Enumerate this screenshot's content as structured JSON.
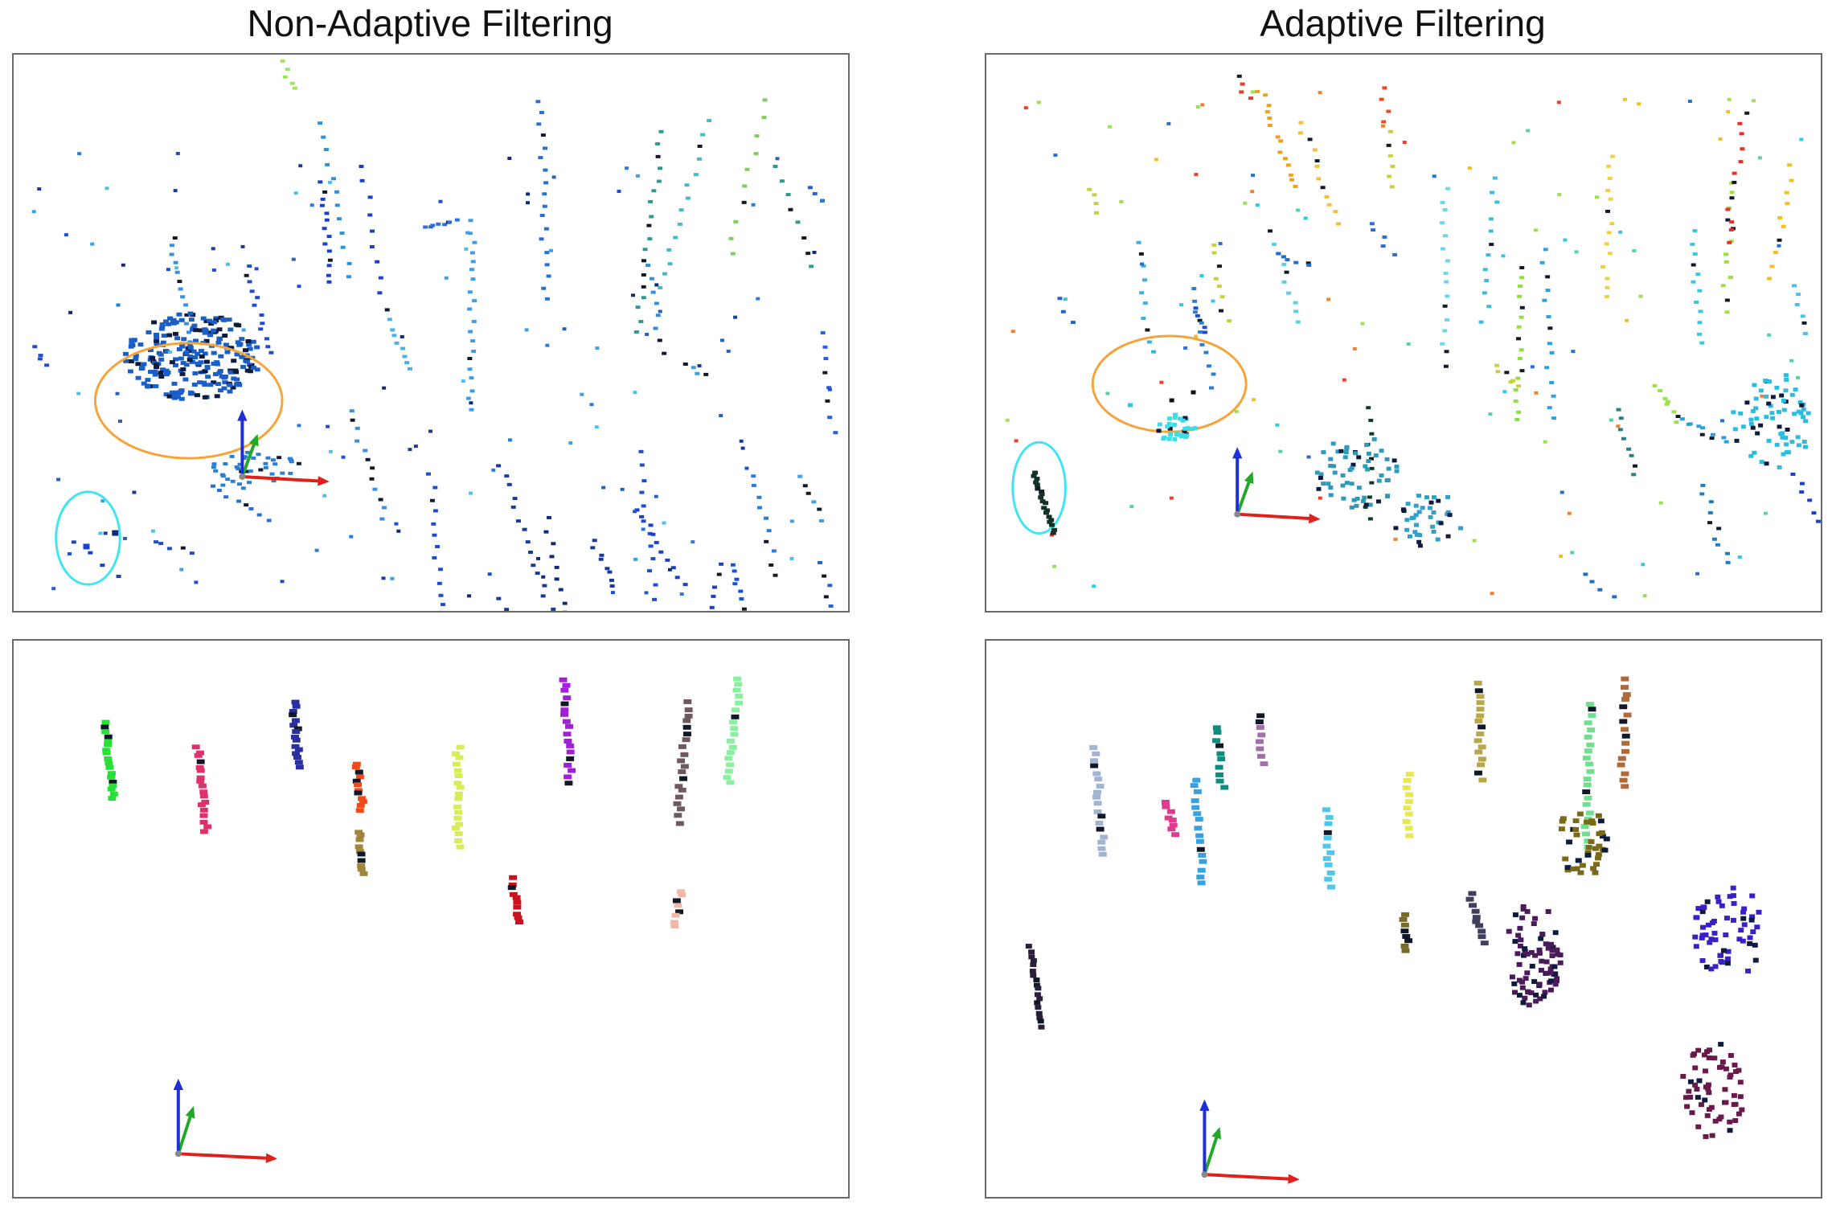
{
  "titles": {
    "left": "Non-Adaptive Filtering",
    "right": "Adaptive Filtering"
  },
  "colors": {
    "highlight_ellipse_orange": "#f5a43a",
    "highlight_ellipse_cyan": "#3fe6f0",
    "axis_x": "#e0201b",
    "axis_y": "#22a829",
    "axis_z": "#1c2fd8",
    "panel_border": "#6a6a6a"
  },
  "panels": [
    {
      "id": "top-left",
      "content": "non-adaptive point cloud"
    },
    {
      "id": "top-right",
      "content": "adaptive point cloud"
    },
    {
      "id": "bottom-left",
      "content": "non-adaptive clusters"
    },
    {
      "id": "bottom-right",
      "content": "adaptive clusters"
    }
  ]
}
